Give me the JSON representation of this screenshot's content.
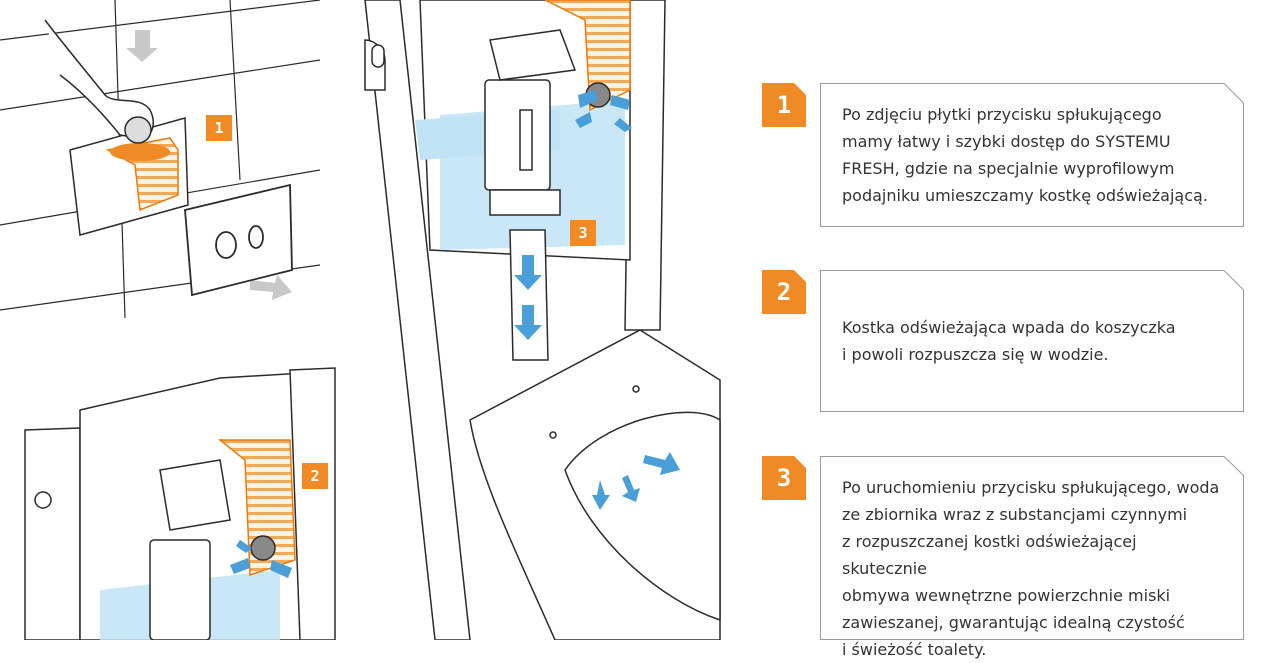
{
  "steps": [
    {
      "number": "1",
      "text_lines": [
        "Po zdjęciu płytki przycisku spłukującego",
        "mamy łatwy i szybki dostęp do SYSTEMU",
        "FRESH, gdzie na specjalnie wyprofilowym",
        "podajniku umieszczamy kostkę odświeżającą."
      ]
    },
    {
      "number": "2",
      "text_lines": [
        "Kostka odświeżająca wpada do koszyczka",
        "i powoli rozpuszcza się w wodzie."
      ]
    },
    {
      "number": "3",
      "text_lines": [
        "Po uruchomieniu przycisku spłukującego, woda",
        "ze zbiornika wraz z substancjami czynnymi",
        "z rozpuszczanej kostki odświeżającej skutecznie",
        "obmywa wewnętrzne powierzchnie miski",
        "zawieszanej, gwarantując idealną czystość",
        "i świeżość toalety."
      ]
    }
  ],
  "illustration_badges": [
    "1",
    "2",
    "3"
  ],
  "colors": {
    "accent_orange": "#f08a24",
    "water_blue": "#bfe3f5",
    "arrow_blue": "#4a9fd8",
    "line": "#2b2b2b"
  },
  "icons": [
    "down-arrow-icon",
    "right-arrow-icon",
    "flush-button-icon"
  ]
}
